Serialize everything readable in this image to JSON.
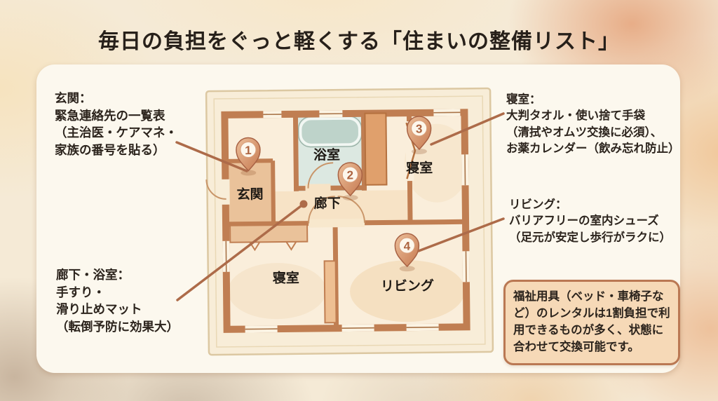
{
  "title": "毎日の負担をぐっと軽くする「住まいの整備リスト」",
  "annotations": {
    "genkan": {
      "text": "玄関：\n緊急連絡先の一覧表\n（主治医・ケアマネ・\n家族の番号を貼る）"
    },
    "shinshitsu": {
      "text": "寝室：\n大判タオル・使い捨て手袋\n（清拭やオムツ交換に必須）、\nお薬カレンダー（飲み忘れ防止）"
    },
    "living": {
      "text": "リビング：\nバリアフリーの室内シューズ\n（足元が安定し歩行がラクに）"
    },
    "rouka": {
      "text": "廊下・浴室：\n手すり・\n滑り止めマット\n（転倒予防に効果大）"
    }
  },
  "info_box": {
    "text": "福祉用具（ベッド・車椅子など）のレンタルは1割負担で利用できるものが多く、状態に合わせて交換可能です。"
  },
  "floor_plan": {
    "rooms": {
      "bathroom": "浴室",
      "entrance": "玄関",
      "hallway": "廊下",
      "bedroom_top": "寝室",
      "bedroom_bottom": "寝室",
      "living": "リビング"
    },
    "markers": {
      "m1": "1",
      "m2": "2",
      "m3": "3",
      "m4": "4"
    }
  },
  "colors": {
    "accent_line": "#ad6b49",
    "wall": "#c07e52",
    "pin_fill": "#d28a62",
    "panel_bg": "#fcf8ee",
    "info_box_bg": "#f6d9b7",
    "info_box_border": "#ba7853",
    "bath_floor": "#dce8e1",
    "text_dark": "#2c241d"
  }
}
